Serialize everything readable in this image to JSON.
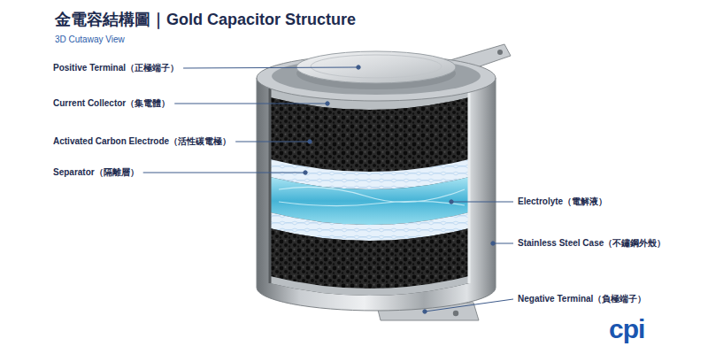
{
  "diagram": {
    "title": "金電容結構圖｜Gold Capacitor Structure",
    "labels": [
      "3D Cutaway View",
      "Positive Terminal（正極端子）",
      "Current Collector（集電體）",
      "Activated Carbon Electrode（活性碳電極）",
      "Separator（隔離層）",
      "Electrolyte（電解液）",
      "Stainless Steel Case（不鏽鋼外殼）",
      "Negative Terminal（負極端子）",
      "cpi"
    ]
  }
}
